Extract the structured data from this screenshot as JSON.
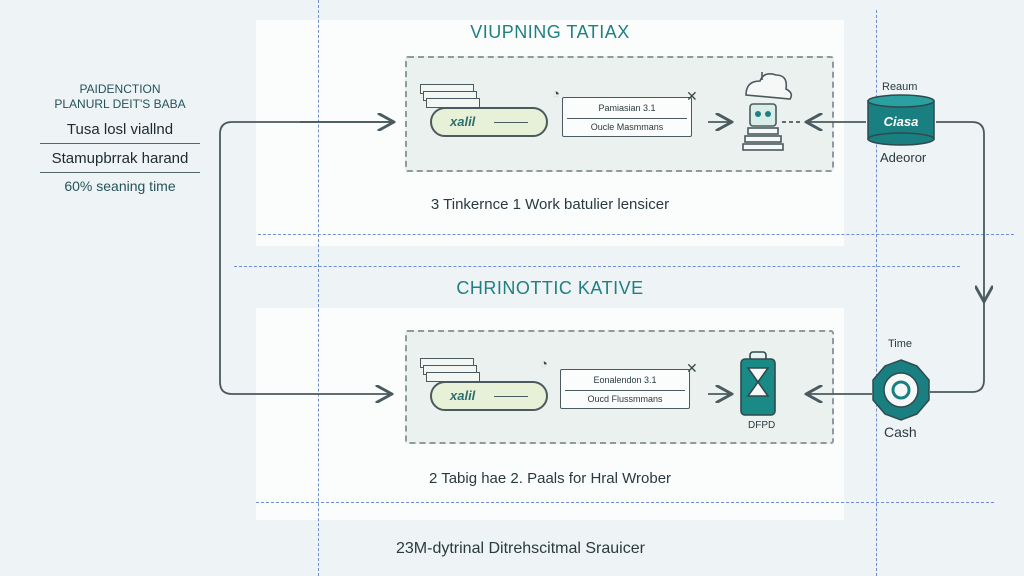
{
  "diagram": {
    "top_section": {
      "title": "VIUPNING TATIAX",
      "pill_label": "xalil",
      "card": {
        "line1": "Pamiasian 3.1",
        "line2": "Oucle Masmmans"
      },
      "caption": "3 Tinkernce 1 Work batulier lensicer"
    },
    "bottom_section": {
      "title": "CHRINOTTIC KATIVE",
      "pill_label": "xalil",
      "card": {
        "line1": "Eonalendon 3.1",
        "line2": "Oucd Flussmmans"
      },
      "icon_label": "DFPD",
      "caption": "2 Tabig hae 2. Paals for Hral Wrober"
    },
    "left_panel": {
      "heading_line1": "PAIDENCTION",
      "heading_line2": "PLANURL DEIT'S BABA",
      "item1": "Tusa losl viallnd",
      "item2": "Stamupbrrak harand",
      "item3": "60% seaning time"
    },
    "right_nodes": {
      "database": {
        "top_label": "Reaum",
        "badge": "Ciasa",
        "bottom_label": "Adeoror"
      },
      "cache": {
        "top_label": "Time",
        "bottom_label": "Cash"
      }
    },
    "footer": "23M-dytrinal Ditrehscitmal Srauicer"
  },
  "colors": {
    "accent": "#1f7f82",
    "teal_dark": "#1a6e72",
    "guide_blue": "#6f8fd0",
    "pill_fill": "#e6f1d8"
  }
}
